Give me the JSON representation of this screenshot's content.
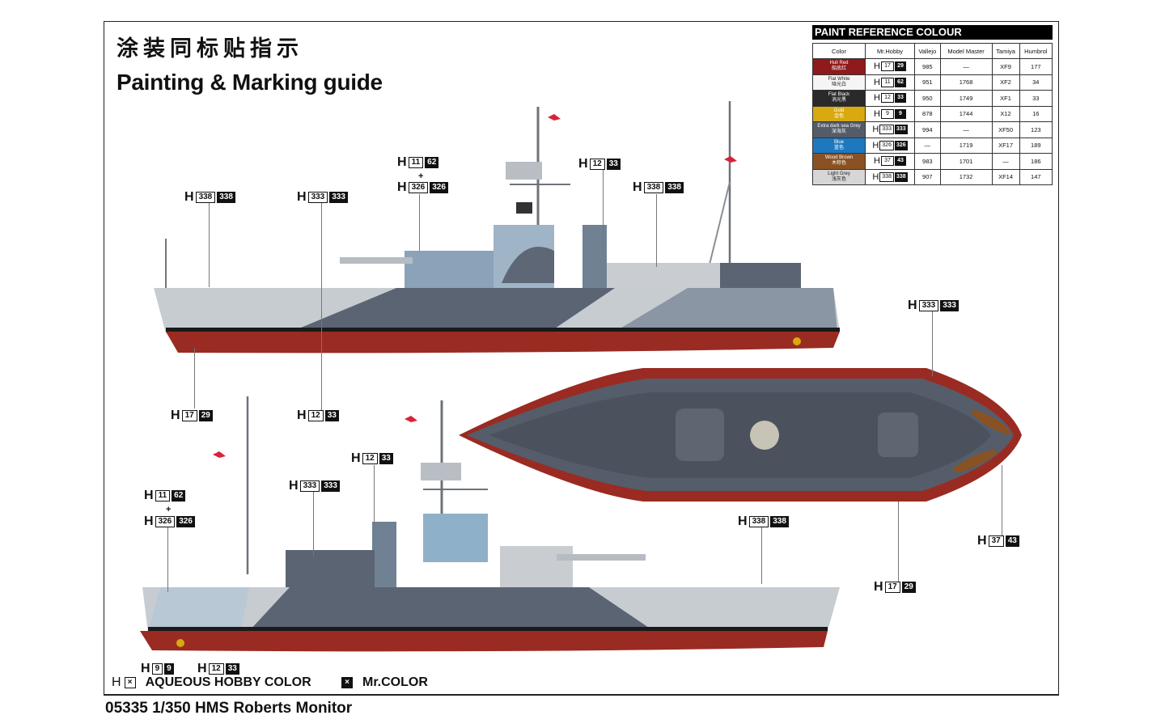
{
  "header": {
    "title_cn": "涂装同标贴指示",
    "title_en": "Painting & Marking guide"
  },
  "footer": {
    "product": "05335 1/350 HMS Roberts Monitor",
    "legend_aqueous_prefix": "H",
    "legend_aqueous": "AQUEOUS HOBBY COLOR",
    "legend_mr": "Mr.COLOR"
  },
  "paint_table": {
    "title": "PAINT  REFERENCE COLOUR",
    "columns": [
      "Color",
      "Mr.Hobby",
      "Vallejo",
      "Model Master",
      "Tamiya",
      "Humbrol"
    ],
    "rows": [
      {
        "name": "Hull Red",
        "name_cn": "船底红",
        "swatch": "#8e1a1c",
        "h_a": "17",
        "h_b": "29",
        "vallejo": "985",
        "model_master": "—",
        "tamiya": "XF9",
        "humbrol": "177"
      },
      {
        "name": "Flat White",
        "name_cn": "哑光白",
        "swatch": "#f5f5f5",
        "h_a": "11",
        "h_b": "62",
        "vallejo": "951",
        "model_master": "1768",
        "tamiya": "XF2",
        "humbrol": "34"
      },
      {
        "name": "Flat Black",
        "name_cn": "消光黑",
        "swatch": "#2a2a2a",
        "h_a": "12",
        "h_b": "33",
        "vallejo": "950",
        "model_master": "1749",
        "tamiya": "XF1",
        "humbrol": "33"
      },
      {
        "name": "Gold",
        "name_cn": "金色",
        "swatch": "#d9a910",
        "h_a": "9",
        "h_b": "9",
        "vallejo": "878",
        "model_master": "1744",
        "tamiya": "X12",
        "humbrol": "16"
      },
      {
        "name": "Extra dark sea Grey",
        "name_cn": "深海灰",
        "swatch": "#555c68",
        "h_a": "333",
        "h_b": "333",
        "vallejo": "994",
        "model_master": "—",
        "tamiya": "XF50",
        "humbrol": "123"
      },
      {
        "name": "Blue",
        "name_cn": "蓝色",
        "swatch": "#1e78c0",
        "h_a": "326",
        "h_b": "326",
        "vallejo": "—",
        "model_master": "1719",
        "tamiya": "XF17",
        "humbrol": "189"
      },
      {
        "name": "Wood Brown",
        "name_cn": "木棕色",
        "swatch": "#8a5222",
        "h_a": "37",
        "h_b": "43",
        "vallejo": "983",
        "model_master": "1701",
        "tamiya": "—",
        "humbrol": "186"
      },
      {
        "name": "Light Grey",
        "name_cn": "浅灰色",
        "swatch": "#d6d6d6",
        "h_a": "338",
        "h_b": "338",
        "vallejo": "907",
        "model_master": "1732",
        "tamiya": "XF14",
        "humbrol": "147"
      }
    ]
  },
  "callouts": [
    {
      "id": "top-bow-338",
      "a": "338",
      "b": "338"
    },
    {
      "id": "top-hull-333",
      "a": "333",
      "b": "333"
    },
    {
      "id": "top-turret-11",
      "a": "11",
      "b": "62"
    },
    {
      "id": "top-turret-326",
      "a": "326",
      "b": "326"
    },
    {
      "id": "top-funnel-12",
      "a": "12",
      "b": "33"
    },
    {
      "id": "top-super-338",
      "a": "338",
      "b": "338"
    },
    {
      "id": "top-hullred-17",
      "a": "17",
      "b": "29"
    },
    {
      "id": "top-waterline-12",
      "a": "12",
      "b": "33"
    },
    {
      "id": "plan-333",
      "a": "333",
      "b": "333"
    },
    {
      "id": "plan-37",
      "a": "37",
      "b": "43"
    },
    {
      "id": "plan-17",
      "a": "17",
      "b": "29"
    },
    {
      "id": "bot-11",
      "a": "11",
      "b": "62"
    },
    {
      "id": "bot-326",
      "a": "326",
      "b": "326"
    },
    {
      "id": "bot-333",
      "a": "333",
      "b": "333"
    },
    {
      "id": "bot-funnel-12",
      "a": "12",
      "b": "33"
    },
    {
      "id": "bot-338",
      "a": "338",
      "b": "338"
    },
    {
      "id": "bot-prop-9",
      "a": "9",
      "b": "9"
    },
    {
      "id": "bot-shaft-12",
      "a": "12",
      "b": "33"
    }
  ],
  "callout_prefix": "H",
  "plus": "+",
  "colors": {
    "hull_red": "#9a2b22",
    "dark_grey": "#5a6270",
    "light_grey": "#d4d7da",
    "blue_grey": "#8fa9bf",
    "deck": "#505866",
    "flag_red": "#d8223a"
  }
}
